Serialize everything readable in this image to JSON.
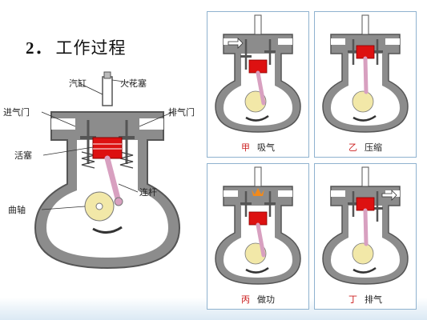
{
  "heading": {
    "number": "2．",
    "text": "工作过程"
  },
  "main": {
    "labels": {
      "cylinder": "汽缸",
      "spark_plug": "火花塞",
      "intake_valve": "进气门",
      "exhaust_valve": "排气门",
      "piston": "活塞",
      "connecting_rod": "连杆",
      "crankshaft": "曲轴"
    }
  },
  "panels": [
    {
      "letter": "甲",
      "stroke": "吸气",
      "intake_open": true,
      "exhaust_open": false,
      "ignition": false,
      "piston_level": "low"
    },
    {
      "letter": "乙",
      "stroke": "压缩",
      "intake_open": false,
      "exhaust_open": false,
      "ignition": false,
      "piston_level": "high"
    },
    {
      "letter": "丙",
      "stroke": "做功",
      "intake_open": false,
      "exhaust_open": false,
      "ignition": true,
      "piston_level": "low"
    },
    {
      "letter": "丁",
      "stroke": "排气",
      "intake_open": false,
      "exhaust_open": true,
      "ignition": false,
      "piston_level": "high"
    }
  ],
  "colors": {
    "casing": "#8c8c8c",
    "casing_dark": "#555555",
    "piston": "#dd1111",
    "rod": "#d8a0c0",
    "crank": "#f2e8a8",
    "panel_border": "#8fb2cf",
    "caption_letter": "#cc2020"
  }
}
